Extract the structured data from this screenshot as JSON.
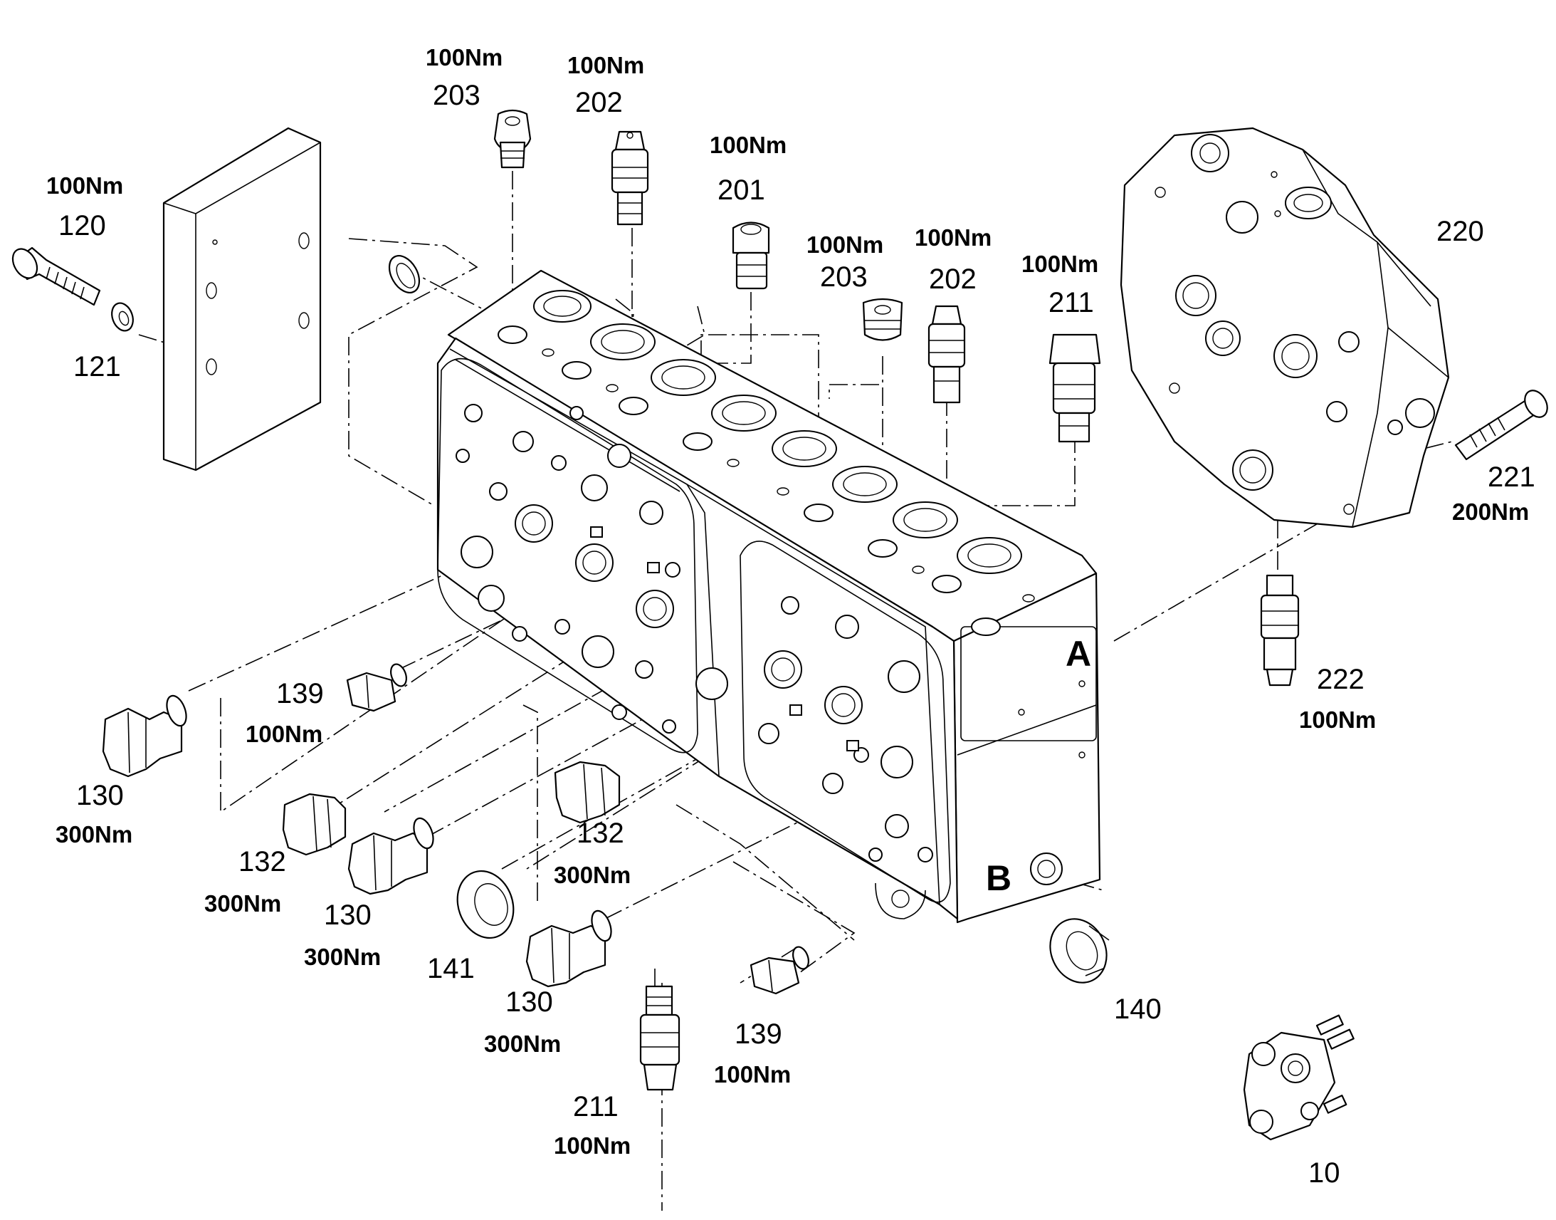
{
  "callouts": [
    {
      "number": "203",
      "torque": "100Nm"
    },
    {
      "number": "202",
      "torque": "100Nm"
    },
    {
      "number": "201",
      "torque": "100Nm"
    },
    {
      "number": "120",
      "torque": "100Nm"
    },
    {
      "number": "121"
    },
    {
      "number": "203",
      "torque": "100Nm"
    },
    {
      "number": "202",
      "torque": "100Nm"
    },
    {
      "number": "211",
      "torque": "100Nm"
    },
    {
      "number": "220"
    },
    {
      "number": "221",
      "torque": "200Nm"
    },
    {
      "number": "222",
      "torque": "100Nm"
    },
    {
      "number": "139",
      "torque": "100Nm"
    },
    {
      "number": "130",
      "torque": "300Nm"
    },
    {
      "number": "132",
      "torque": "300Nm"
    },
    {
      "number": "130",
      "torque": "300Nm"
    },
    {
      "number": "141"
    },
    {
      "number": "132",
      "torque": "300Nm"
    },
    {
      "number": "130",
      "torque": "300Nm"
    },
    {
      "number": "211",
      "torque": "100Nm"
    },
    {
      "number": "139",
      "torque": "100Nm"
    },
    {
      "number": "140"
    },
    {
      "number": "10"
    }
  ],
  "port_labels": {
    "a": "A",
    "b": "B"
  }
}
